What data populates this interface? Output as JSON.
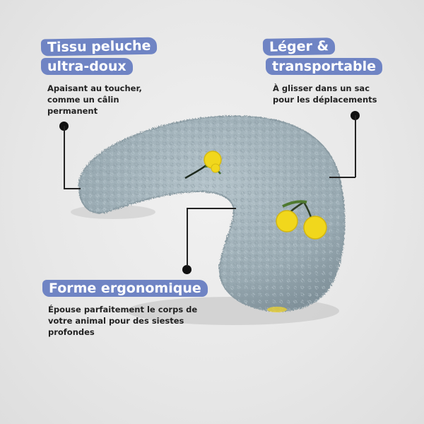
{
  "callouts": {
    "fabric": {
      "title_line1": "Tissu peluche",
      "title_line2": "ultra-doux",
      "text_line1": "Apaisant au toucher,",
      "text_line2": "comme un câlin",
      "text_line3": "permanent"
    },
    "light": {
      "title_line1": "Léger &",
      "title_line2": "transportable",
      "text_line1": "À glisser dans un sac",
      "text_line2": "pour les déplacements"
    },
    "shape": {
      "title": "Forme ergonomique",
      "text_line1": "Épouse parfaitement le corps de",
      "text_line2": "votre animal pour des siestes",
      "text_line3": "profondes"
    }
  },
  "colors": {
    "tag_background": "#6f84c4",
    "pillow": "#9fb0b8",
    "cherry": "#f1d71c"
  }
}
